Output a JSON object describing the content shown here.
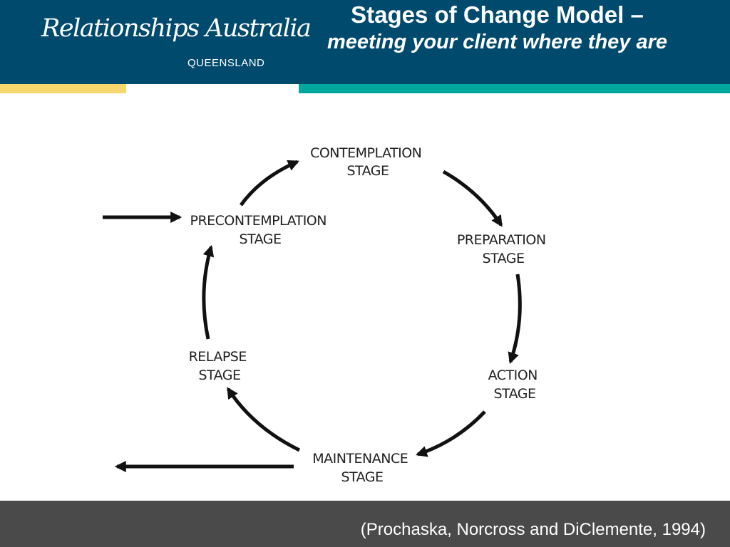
{
  "header": {
    "logo_script": "Relationships Australia",
    "logo_sub": "QUEENSLAND",
    "title_main": "Stages of Change Model –",
    "title_sub": "meeting your client where they are"
  },
  "stages": {
    "contemplation": [
      "CONTEMPLATION",
      "STAGE"
    ],
    "preparation": [
      "PREPARATION",
      "STAGE"
    ],
    "action": [
      "ACTION",
      "STAGE"
    ],
    "maintenance": [
      "MAINTENANCE",
      "STAGE"
    ],
    "relapse": [
      "RELAPSE",
      "STAGE"
    ],
    "precontemplation": [
      "PRECONTEMPLATION",
      "STAGE"
    ]
  },
  "footer": {
    "citation": "(Prochaska, Norcross and DiClemente, 1994)"
  }
}
